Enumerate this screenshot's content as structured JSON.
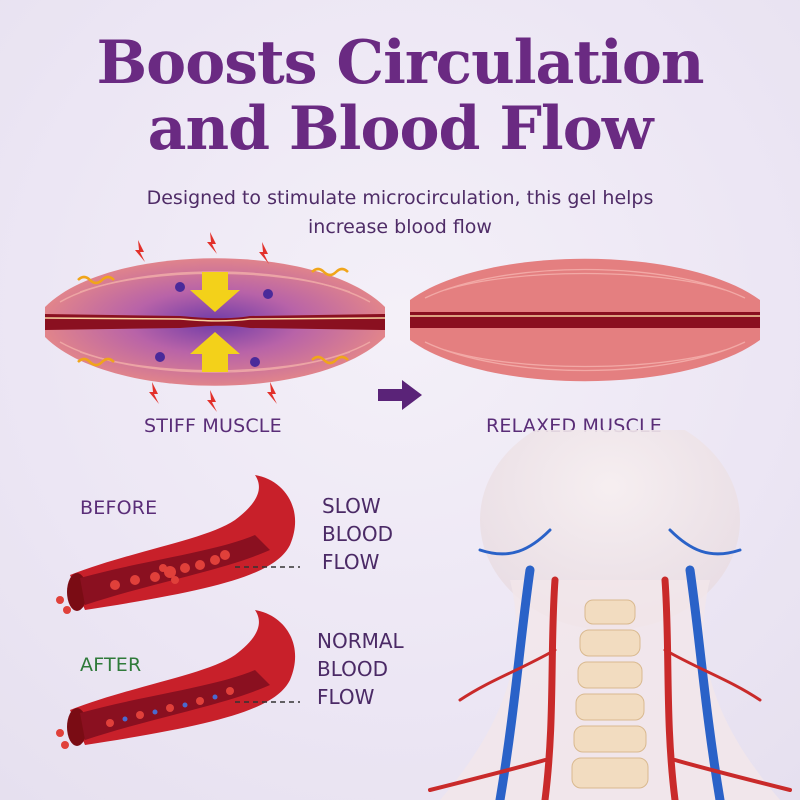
{
  "title_line1": "Boosts Circulation",
  "title_line2": "and Blood Flow",
  "subtitle_line1": "Designed to stimulate microcirculation, this gel helps",
  "subtitle_line2": "increase blood flow",
  "stiff_label": "STIFF MUSCLE",
  "relaxed_label": "RELAXED MUSCLE",
  "before_label": "BEFORE",
  "after_label": "AFTER",
  "slow_flow": [
    "SLOW",
    "BLOOD",
    "FLOW"
  ],
  "normal_flow": [
    "NORMAL",
    "BLOOD",
    "FLOW"
  ],
  "colors": {
    "title": "#6a2a82",
    "muscle": "#e07a7e",
    "vessel": "#c8202a",
    "arrow": "#5a2378",
    "after": "#2f7a3a"
  }
}
